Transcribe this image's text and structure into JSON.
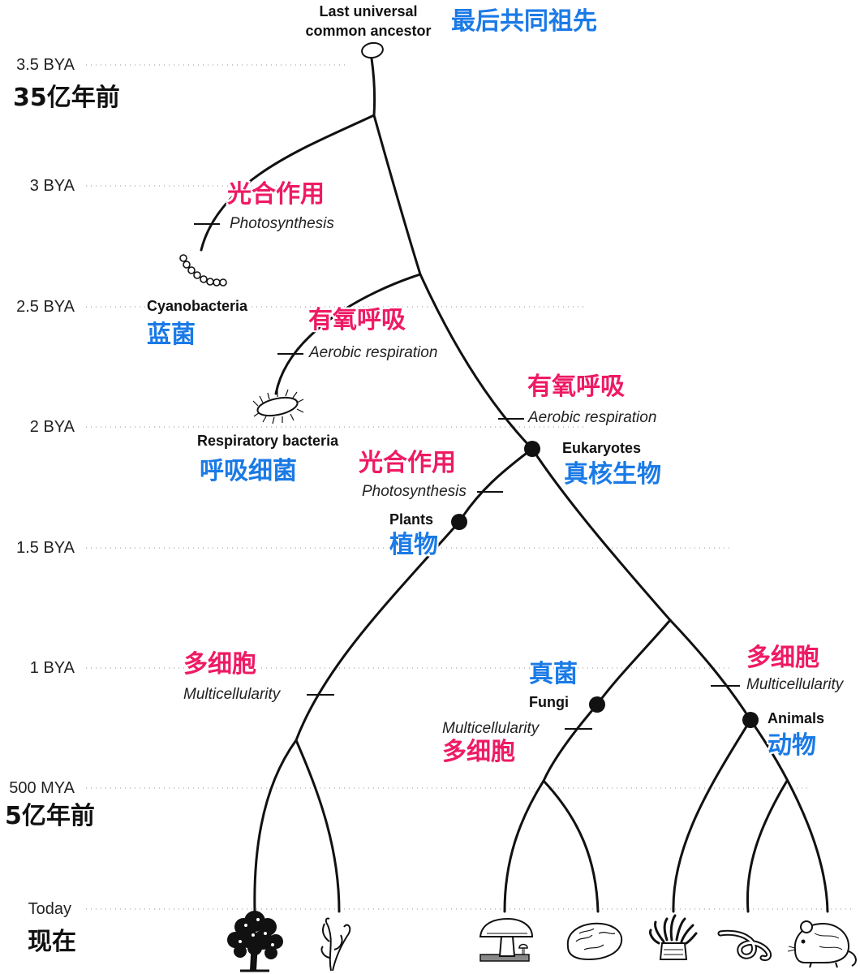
{
  "colors": {
    "branch": "#111111",
    "gridline": "#b5b5b5",
    "chinese_trait": "#ee1a64",
    "chinese_taxon": "#1a7ae6"
  },
  "time_axis": [
    {
      "en": "3.5 BYA",
      "cn": "35亿年前"
    },
    {
      "en": "3 BYA",
      "cn": ""
    },
    {
      "en": "2.5 BYA",
      "cn": ""
    },
    {
      "en": "2 BYA",
      "cn": ""
    },
    {
      "en": "1.5 BYA",
      "cn": ""
    },
    {
      "en": "1 BYA",
      "cn": ""
    },
    {
      "en": "500 MYA",
      "cn": "5亿年前"
    },
    {
      "en": "Today",
      "cn": "现在"
    }
  ],
  "root": {
    "en": "Last universal\ncommon ancestor",
    "cn": "最后共同祖先",
    "icon": "cell-oval-icon"
  },
  "taxa": {
    "cyanobacteria": {
      "en": "Cyanobacteria",
      "cn": "蓝菌",
      "icon": "cyanobacteria-chain-icon"
    },
    "respiratory_bacteria": {
      "en": "Respiratory bacteria",
      "cn": "呼吸细菌",
      "icon": "bacterium-icon"
    },
    "eukaryotes": {
      "en": "Eukaryotes",
      "cn": "真核生物"
    },
    "plants": {
      "en": "Plants",
      "cn": "植物"
    },
    "fungi": {
      "en": "Fungi",
      "cn": "真菌"
    },
    "animals": {
      "en": "Animals",
      "cn": "动物"
    }
  },
  "traits": {
    "photosynthesis_cyano": {
      "en": "Photosynthesis",
      "cn": "光合作用"
    },
    "aerobic_bacteria": {
      "en": "Aerobic respiration",
      "cn": "有氧呼吸"
    },
    "aerobic_eukaryote": {
      "en": "Aerobic respiration",
      "cn": "有氧呼吸"
    },
    "photosynthesis_plants": {
      "en": "Photosynthesis",
      "cn": "光合作用"
    },
    "multicell_plants": {
      "en": "Multicellularity",
      "cn": "多细胞"
    },
    "multicell_fungi": {
      "en": "Multicellularity",
      "cn": "多细胞"
    },
    "multicell_animals": {
      "en": "Multicellularity",
      "cn": "多细胞"
    }
  },
  "leaf_icons": [
    "tree-icon",
    "seaweed-icon",
    "mushroom-icon",
    "mold-icon",
    "sea-anemone-icon",
    "worm-icon",
    "mouse-icon"
  ]
}
